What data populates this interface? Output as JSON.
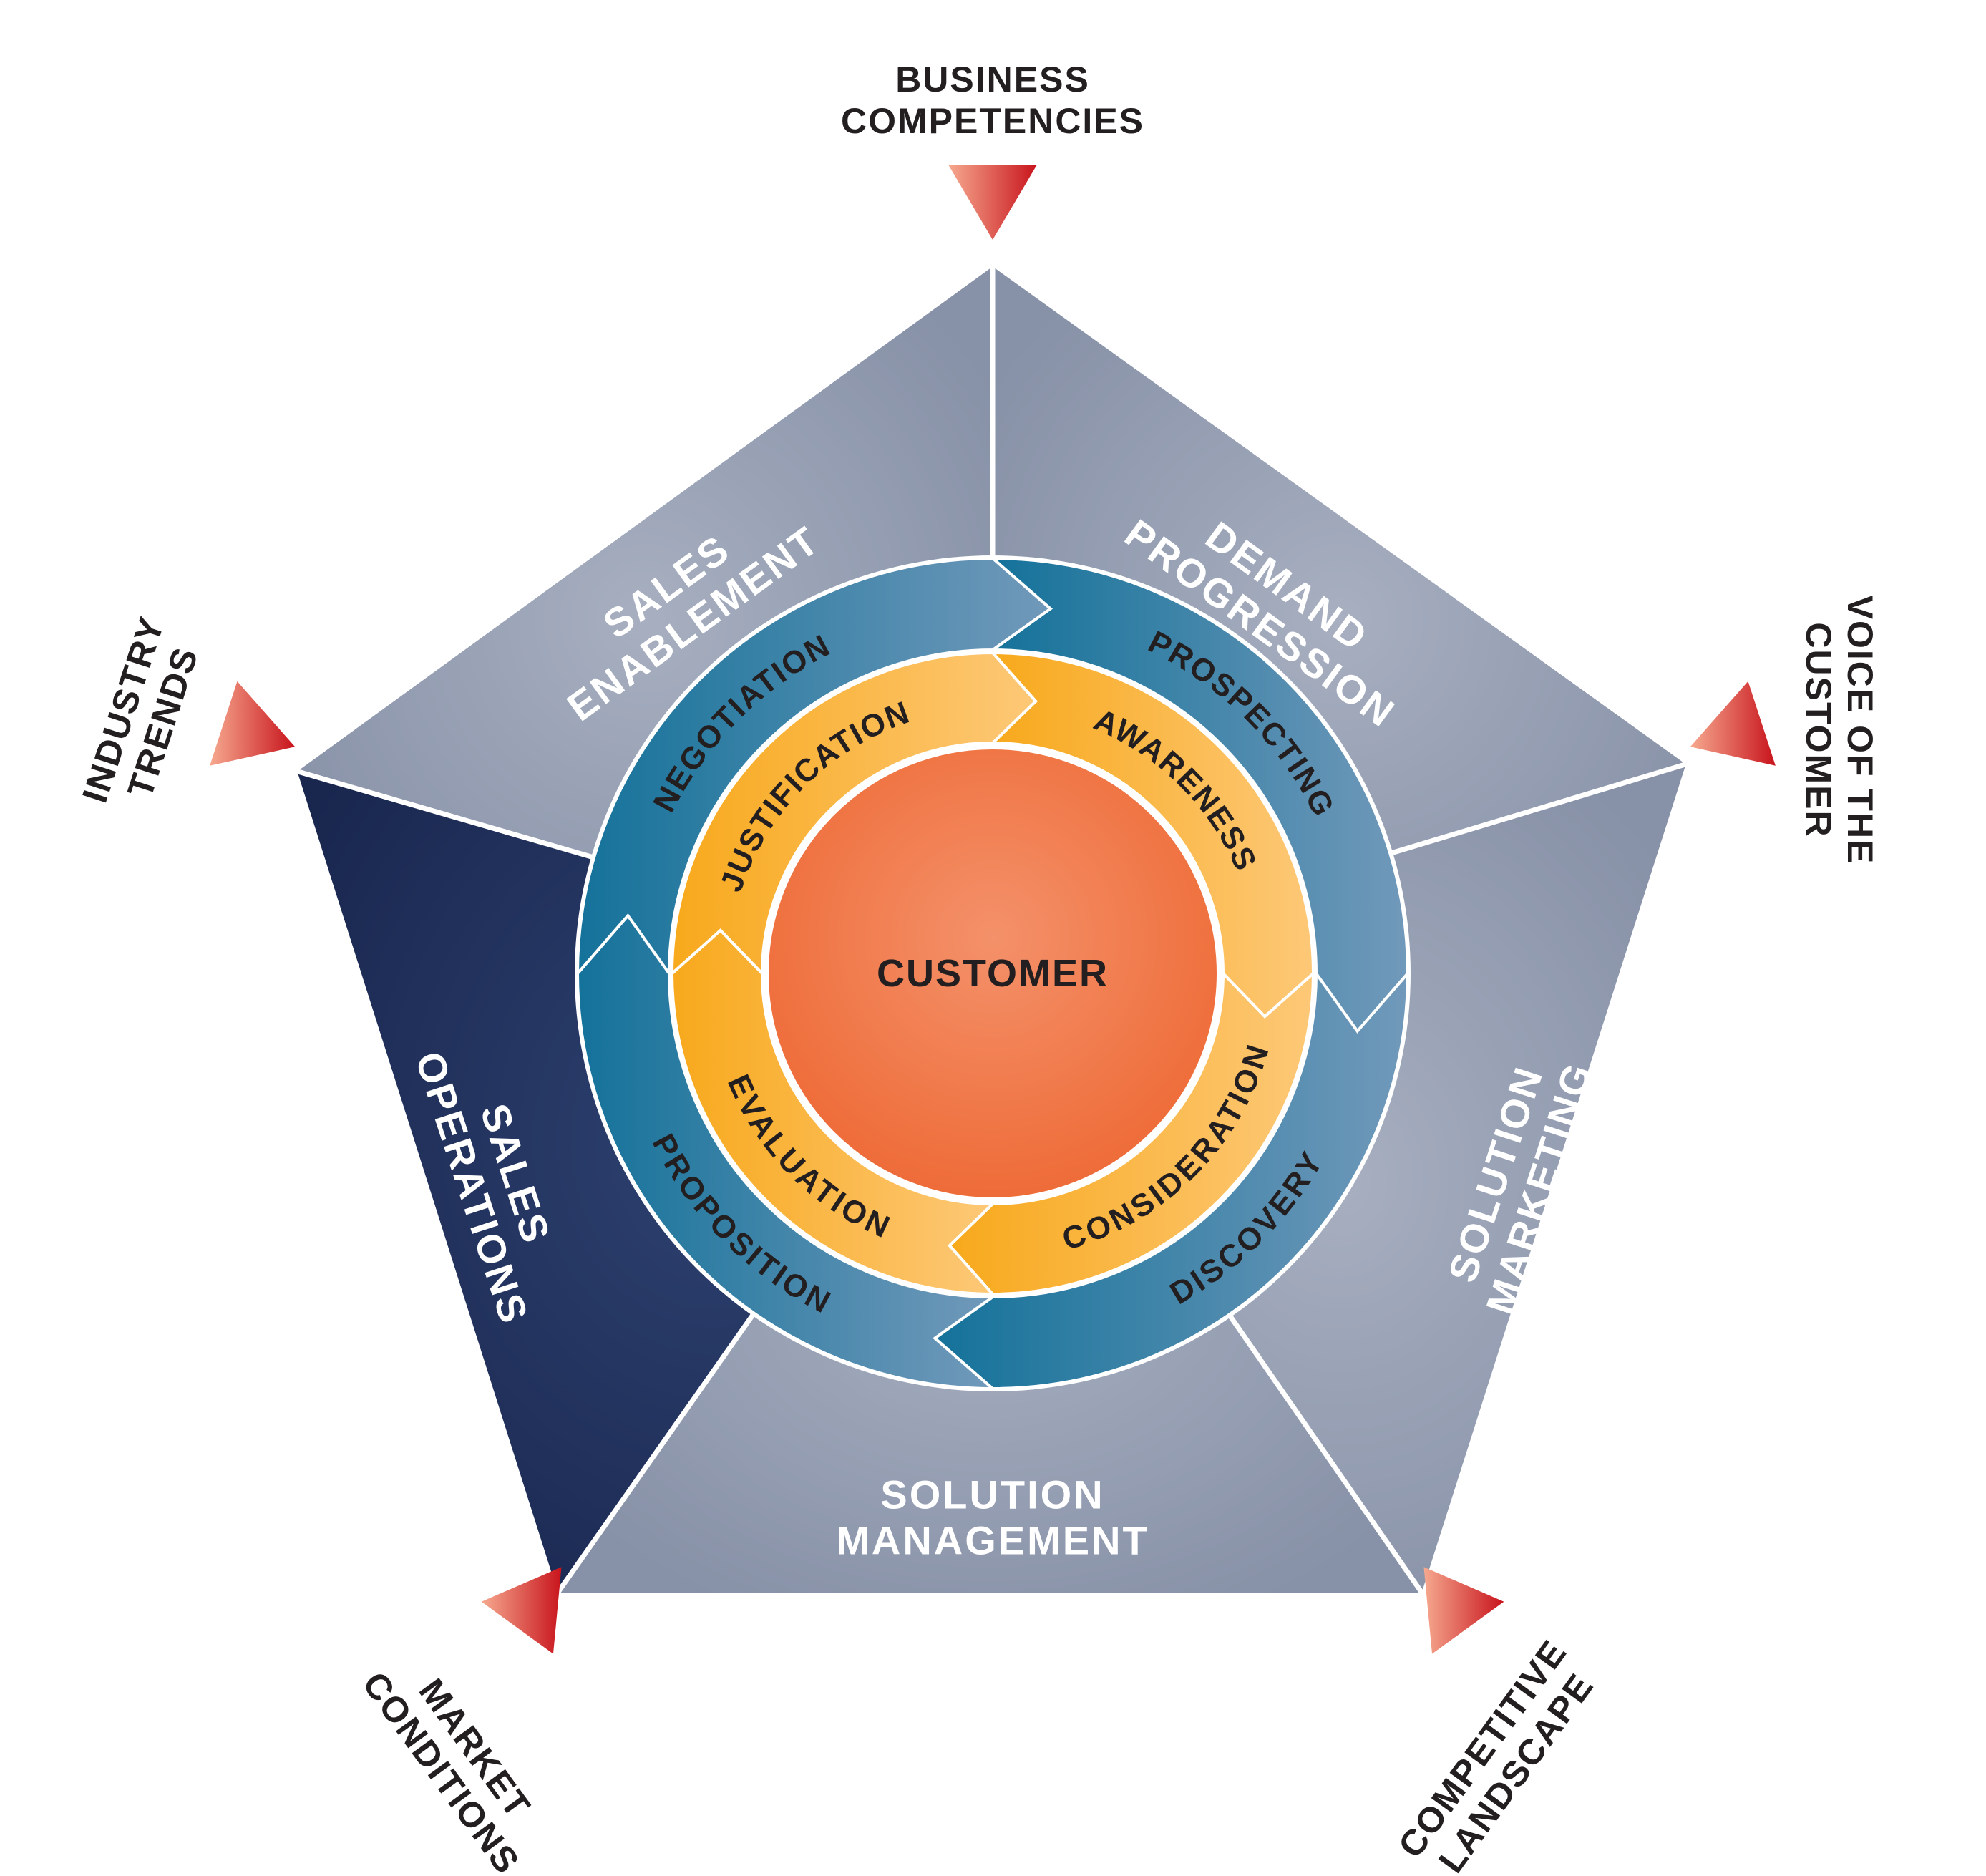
{
  "title": "",
  "center": {
    "label": "CUSTOMER"
  },
  "pentagon_segments": [
    {
      "id": "sales-enablement",
      "lines": [
        "SALES",
        "ENABLEMENT"
      ]
    },
    {
      "id": "demand-progression",
      "lines": [
        "DEMAND",
        "PROGRESSION"
      ]
    },
    {
      "id": "solution-marketing",
      "lines": [
        "SOLUTION",
        "MARKETING"
      ]
    },
    {
      "id": "solution-management",
      "lines": [
        "SOLUTION",
        "MANAGEMENT"
      ]
    },
    {
      "id": "sales-operations",
      "lines": [
        "SALES",
        "OPERATIONS"
      ]
    }
  ],
  "sales_cycle_ring": [
    "PROSPECTING",
    "DISCOVERY",
    "PROPOSITION",
    "NEGOTIATION"
  ],
  "buying_cycle_ring": [
    "AWARENESS",
    "CONSIDERATION",
    "EVALUATION",
    "JUSTIFICATION"
  ],
  "external_factors": [
    {
      "id": "business-competencies",
      "lines": [
        "BUSINESS",
        "COMPETENCIES"
      ]
    },
    {
      "id": "voice-of-the-customer",
      "lines": [
        "VOICE OF THE",
        "CUSTOMER"
      ]
    },
    {
      "id": "competitive-landscape",
      "lines": [
        "COMPETITIVE",
        "LANDSCAPE"
      ]
    },
    {
      "id": "market-conditions",
      "lines": [
        "MARKET",
        "CONDITIONS"
      ]
    },
    {
      "id": "industry-trends",
      "lines": [
        "INDUSTRY",
        "TRENDS"
      ]
    }
  ],
  "colors": {
    "segment": "#8d97ab",
    "segment_dark": "#1c2b55",
    "divider": "#ffffff",
    "ring_blue": "#14729a",
    "ring_blue_light": "#6b98b8",
    "ring_orange": "#f8a91c",
    "ring_orange_light": "#fdc877",
    "core": "#ef6a3a",
    "core_light": "#f4916a",
    "marker": "#cc1a1f",
    "label_light": "#ffffff",
    "label_dark": "#231f20"
  }
}
